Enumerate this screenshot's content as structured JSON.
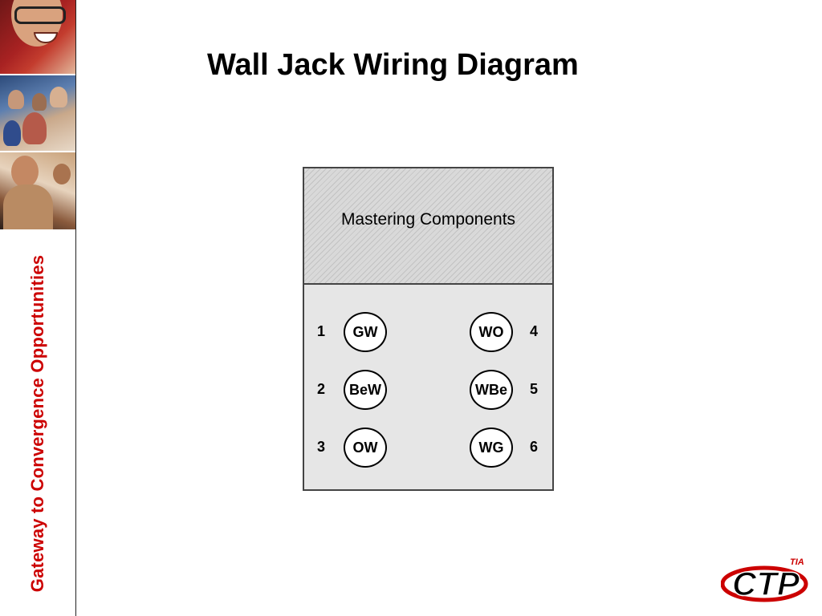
{
  "slide": {
    "title": "Wall Jack Wiring Diagram",
    "sidebar_text": "Gateway to Convergence Opportunities"
  },
  "diagram": {
    "header_label": "Mastering Components",
    "pins": [
      {
        "number": "1",
        "label": "GW"
      },
      {
        "number": "2",
        "label": "BeW"
      },
      {
        "number": "3",
        "label": "OW"
      },
      {
        "number": "4",
        "label": "WO"
      },
      {
        "number": "5",
        "label": "WBe"
      },
      {
        "number": "6",
        "label": "WG"
      }
    ]
  },
  "logo": {
    "text": "CTP",
    "superscript": "TIA",
    "colors": {
      "primary": "#000000",
      "accent": "#cc0000"
    }
  },
  "colors": {
    "sidebar_text": "#cc0000"
  }
}
